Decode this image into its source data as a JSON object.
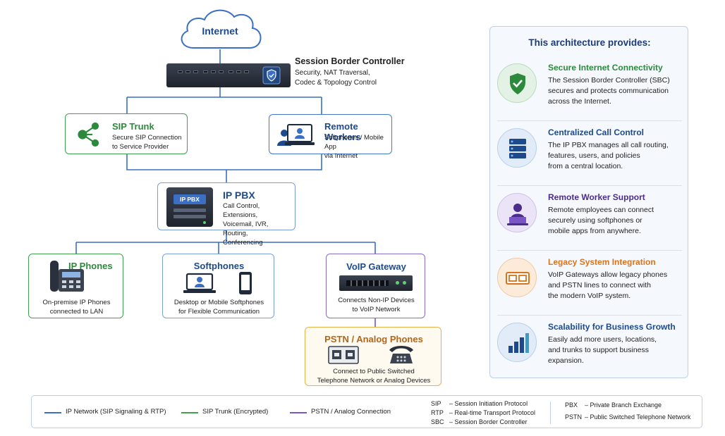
{
  "internet": {
    "label": "Internet"
  },
  "sbc": {
    "title": "Session Border Controller",
    "desc": [
      "Security, NAT Traversal,",
      "Codec & Topology Control"
    ]
  },
  "sip_trunk": {
    "title": "SIP Trunk",
    "desc": [
      "Secure SIP Connection",
      "to Service Provider"
    ]
  },
  "remote_workers": {
    "title": "Remote Workers",
    "desc": [
      "Softphones / Mobile App",
      "via Internet"
    ]
  },
  "ip_pbx": {
    "title": "IP PBX",
    "badge": "IP PBX",
    "desc": [
      "Call Control, Extensions,",
      "Voicemail, IVR, Routing,",
      "Conferencing"
    ]
  },
  "ip_phones": {
    "title": "IP Phones",
    "desc": [
      "On-premise IP Phones",
      "connected to LAN"
    ]
  },
  "softphones": {
    "title": "Softphones",
    "desc": [
      "Desktop or Mobile Softphones",
      "for Flexible Communication"
    ]
  },
  "voip_gateway": {
    "title": "VoIP Gateway",
    "desc": [
      "Connects Non-IP Devices",
      "to VoIP Network"
    ]
  },
  "pstn": {
    "title": "PSTN / Analog Phones",
    "desc": [
      "Connect to Public Switched",
      "Telephone Network or Analog Devices"
    ]
  },
  "panel": {
    "title": "This architecture provides:",
    "benefits": [
      {
        "icon": "shield-check-icon",
        "title": "Secure Internet Connectivity",
        "color": "#2d8a3c",
        "bg": "#e3f2e4",
        "desc": [
          "The Session Border Controller (SBC)",
          "secures and protects communication",
          "across the Internet."
        ]
      },
      {
        "icon": "server-icon",
        "title": "Centralized Call Control",
        "color": "#1d4a8c",
        "bg": "#e2ecf8",
        "desc": [
          "The IP PBX manages all call routing,",
          "features, users, and policies",
          "from a central location."
        ]
      },
      {
        "icon": "remote-user-icon",
        "title": "Remote Worker Support",
        "color": "#4b2d8c",
        "bg": "#ebe4f6",
        "desc": [
          "Remote employees can connect",
          "securely using softphones or",
          "mobile apps from anywhere."
        ]
      },
      {
        "icon": "legacy-port-icon",
        "title": "Legacy System Integration",
        "color": "#d9731c",
        "bg": "#fcebd9",
        "desc": [
          "VoIP Gateways allow legacy phones",
          "and PSTN lines to connect with",
          "the modern VoIP system."
        ]
      },
      {
        "icon": "growth-chart-icon",
        "title": "Scalability for Business Growth",
        "color": "#1d4a8c",
        "bg": "#e2ecf8",
        "desc": [
          "Easily add more users, locations,",
          "and trunks to support business",
          "expansion."
        ]
      }
    ]
  },
  "legend": {
    "lines": [
      {
        "label": "IP Network (SIP Signaling & RTP)",
        "color": "#3a6fc4"
      },
      {
        "label": "SIP Trunk (Encrypted)",
        "color": "#3da14d"
      },
      {
        "label": "PSTN / Analog Connection",
        "color": "#7a55c4"
      }
    ],
    "abbreviations": [
      {
        "key": "SIP",
        "value": "– Session Initiation Protocol"
      },
      {
        "key": "RTP",
        "value": "– Real-time Transport Protocol"
      },
      {
        "key": "SBC",
        "value": "– Session Border Controller"
      },
      {
        "key": "PBX",
        "value": "– Private Branch Exchange"
      },
      {
        "key": "PSTN",
        "value": "– Public Switched Telephone Network"
      }
    ]
  },
  "colors": {
    "ip_network": "#3a6fc4",
    "sip_trunk": "#3da14d",
    "pstn": "#7a55c4",
    "accent_blue": "#1d4a8c"
  }
}
